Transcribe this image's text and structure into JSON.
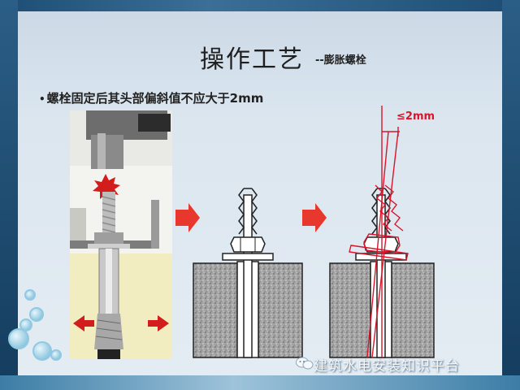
{
  "slide": {
    "title": "操作工艺",
    "subtitle": "--膨胀螺栓",
    "bullet": "螺栓固定后其头部偏斜值不应大于2mm"
  },
  "diagram": {
    "tolerance_label": "≤2mm"
  },
  "watermark": {
    "text": "建筑水电安装知识平台",
    "icon": "wechat-icon"
  },
  "colors": {
    "arrow": "#e8372c",
    "deviation": "#d8152b",
    "concrete": "#9a9a9a"
  }
}
